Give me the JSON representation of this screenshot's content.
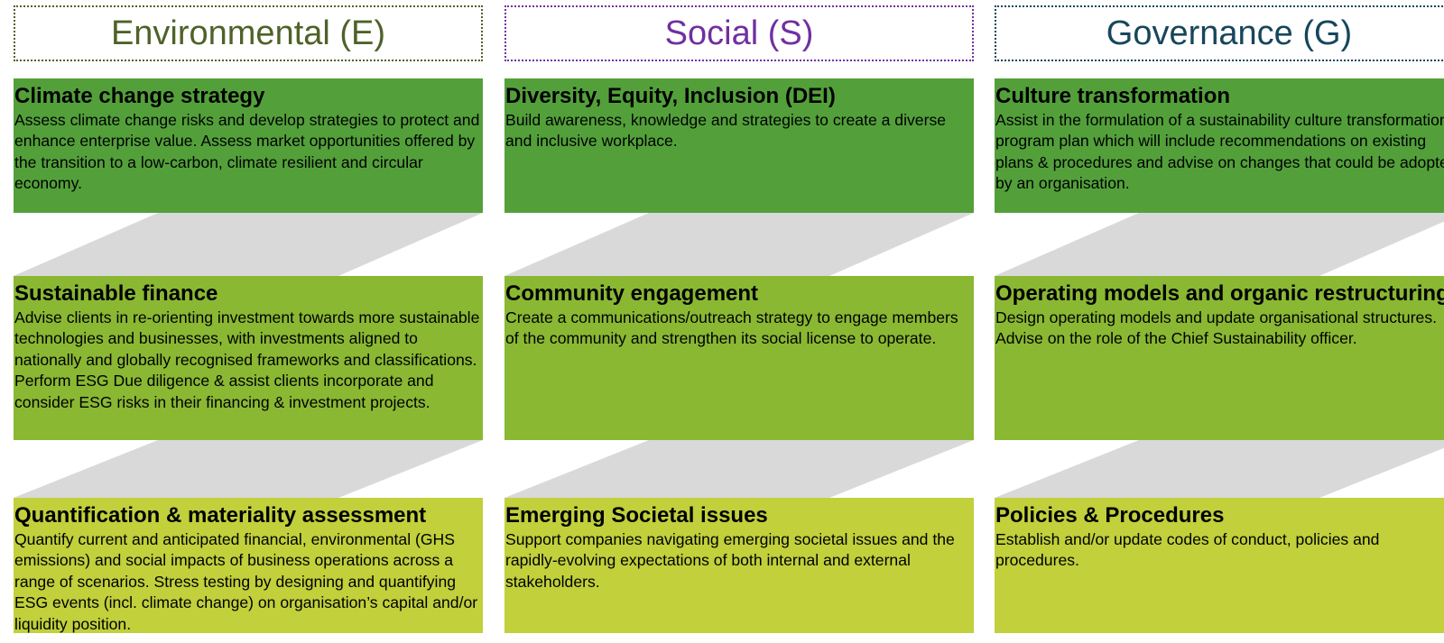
{
  "colors": {
    "environmental": "#4f6228",
    "social": "#7030a0",
    "governance": "#17465c",
    "tier1": "#53a03b",
    "tier2": "#8ab833",
    "tier3": "#c1d03b",
    "connector": "#d9d9d9"
  },
  "columns": [
    {
      "header": "Environmental (E)",
      "color_key": "environmental",
      "items": [
        {
          "title": "Climate change strategy",
          "description": "Assess climate change risks and develop strategies to protect and enhance enterprise value. Assess market opportunities offered by the transition to a low-carbon, climate resilient and circular economy."
        },
        {
          "title": "Sustainable finance",
          "description": "Advise clients in re-orienting investment towards more sustainable technologies and businesses, with investments aligned to nationally and globally recognised frameworks and classifications. Perform ESG Due diligence & assist clients incorporate and consider ESG risks in their financing & investment projects."
        },
        {
          "title": "Quantification & materiality assessment",
          "description": "Quantify current and anticipated financial, environmental (GHS emissions) and social impacts of business operations across a range of scenarios. Stress testing by designing and quantifying ESG events (incl. climate change) on organisation’s capital and/or liquidity position."
        }
      ]
    },
    {
      "header": "Social (S)",
      "color_key": "social",
      "items": [
        {
          "title": "Diversity, Equity, Inclusion (DEI)",
          "description": "Build awareness, knowledge and strategies to create a diverse and inclusive workplace."
        },
        {
          "title": "Community engagement",
          "description": "Create a communications/outreach strategy to engage members of the community and strengthen its social license to operate."
        },
        {
          "title": "Emerging Societal issues",
          "description": "Support companies navigating emerging societal issues and the rapidly-evolving expectations of both internal and external stakeholders."
        }
      ]
    },
    {
      "header": "Governance (G)",
      "color_key": "governance",
      "items": [
        {
          "title": "Culture transformation",
          "description": "Assist in the formulation of a sustainability culture transformation program plan which will include recommendations on existing plans & procedures and advise on changes that could be adopted by an organisation."
        },
        {
          "title": "Operating models and organic restructurings",
          "description": "Design operating models and update organisational structures. Advise on the role of the Chief Sustainability officer."
        },
        {
          "title": "Policies & Procedures",
          "description": "Establish and/or update codes of conduct, policies and procedures."
        }
      ]
    }
  ]
}
